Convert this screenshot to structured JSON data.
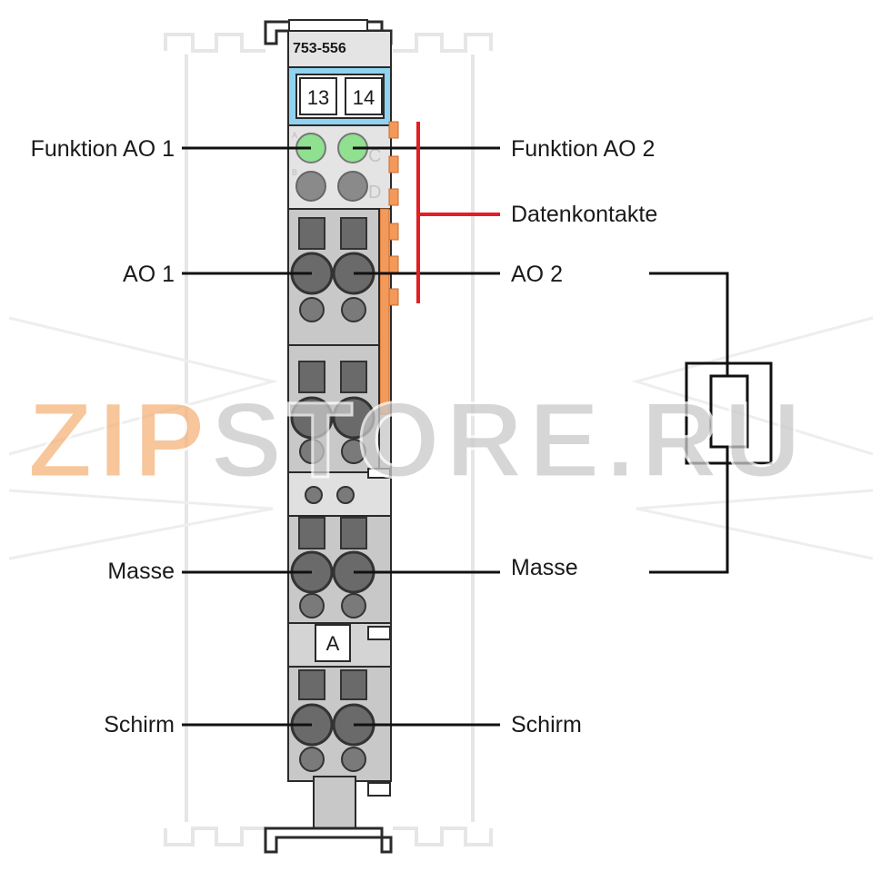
{
  "module": {
    "part_number": "753-556",
    "terminal_numbers": [
      "13",
      "14"
    ],
    "led_letters": [
      "A",
      "B",
      "C",
      "D"
    ],
    "marker": "A"
  },
  "labels": {
    "funktion_ao1": "Funktion AO 1",
    "funktion_ao2": "Funktion AO 2",
    "datenkontakte": "Datenkontakte",
    "ao1": "AO 1",
    "ao2": "AO 2",
    "masse_left": "Masse",
    "masse_right": "Masse",
    "schirm_left": "Schirm",
    "schirm_right": "Schirm"
  },
  "watermark": {
    "orange_part": "ZIP",
    "gray_part": "STORE.RU"
  },
  "colors": {
    "module_body": "#d4d4d4",
    "terminal_dark": "#6a6a6a",
    "led_green": "#8fe08f",
    "header_blue": "#8fd3f0",
    "data_contact_orange": "#f39a5a",
    "bracket_red": "#e31e24",
    "watermark_orange": "#f5b37a",
    "watermark_gray": "#c9c9c9"
  },
  "icons": [
    "resistor-symbol"
  ]
}
